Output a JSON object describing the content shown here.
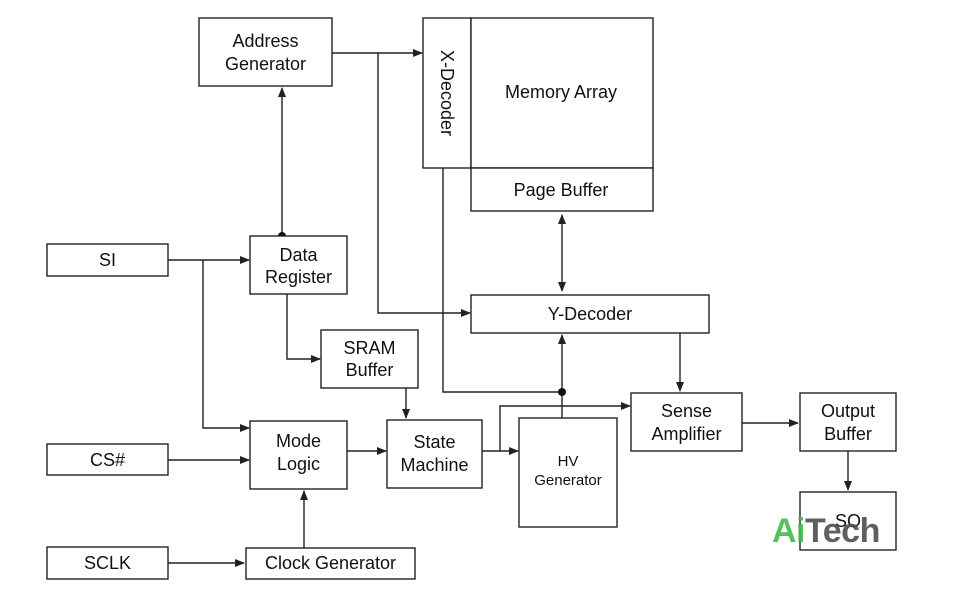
{
  "blocks": {
    "address_generator": [
      "Address",
      "Generator"
    ],
    "x_decoder": "X-Decoder",
    "memory_array": "Memory Array",
    "page_buffer": "Page Buffer",
    "si": "SI",
    "data_register": [
      "Data",
      "Register"
    ],
    "y_decoder": "Y-Decoder",
    "sram_buffer": [
      "SRAM",
      "Buffer"
    ],
    "sense_amplifier": [
      "Sense",
      "Amplifier"
    ],
    "output_buffer": [
      "Output",
      "Buffer"
    ],
    "cs": "CS#",
    "mode_logic": [
      "Mode",
      "Logic"
    ],
    "state_machine": [
      "State",
      "Machine"
    ],
    "hv_generator": [
      "HV",
      "Generator"
    ],
    "so": "SO",
    "sclk": "SCLK",
    "clock_generator": "Clock Generator"
  },
  "watermark": {
    "part1": "Ai",
    "part2": "Tech",
    "color1": "#3dbb4a",
    "color2": "#4a4a4a"
  }
}
